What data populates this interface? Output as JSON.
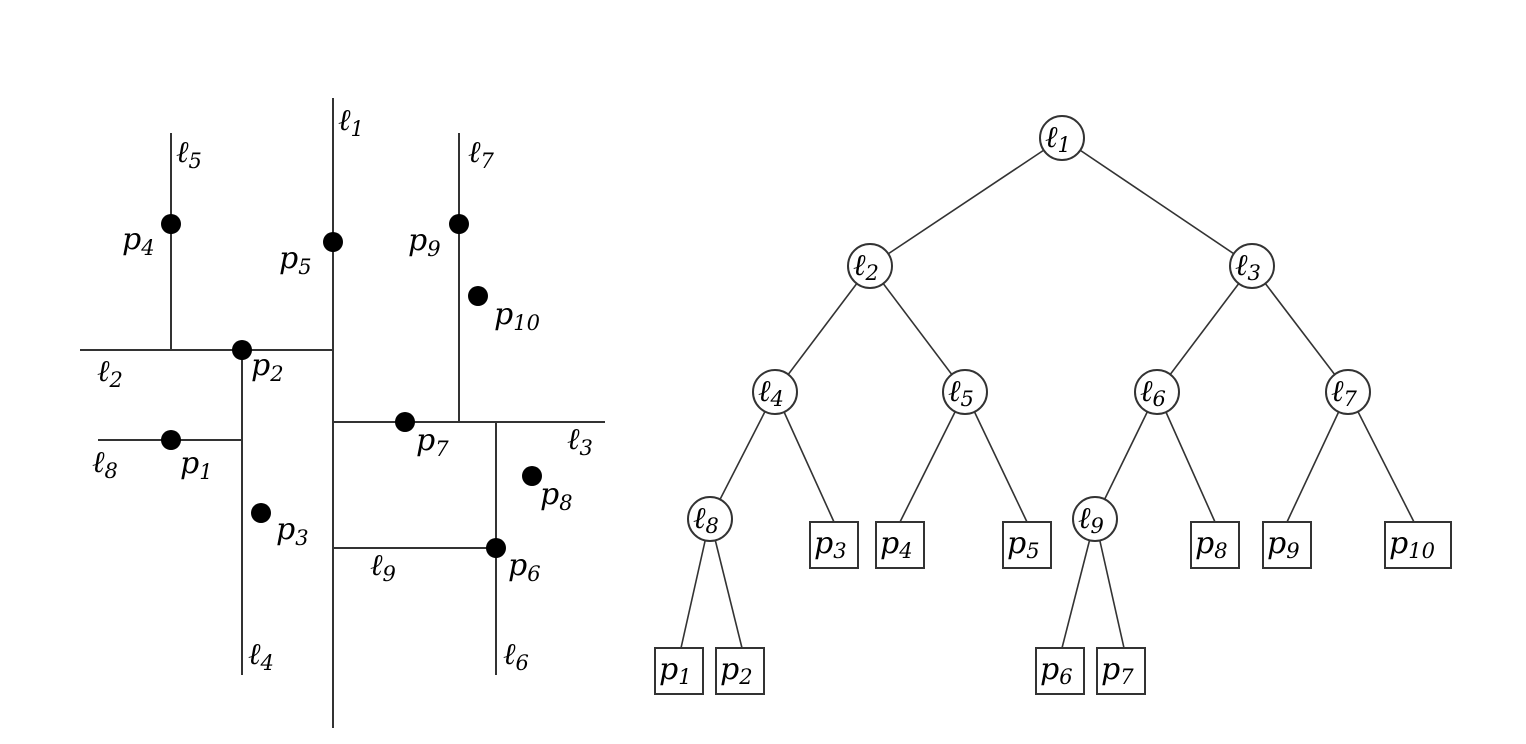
{
  "partition": {
    "lines": [
      {
        "id": "l1",
        "base": "ℓ",
        "sub": "1"
      },
      {
        "id": "l2",
        "base": "ℓ",
        "sub": "2"
      },
      {
        "id": "l3",
        "base": "ℓ",
        "sub": "3"
      },
      {
        "id": "l4",
        "base": "ℓ",
        "sub": "4"
      },
      {
        "id": "l5",
        "base": "ℓ",
        "sub": "5"
      },
      {
        "id": "l6",
        "base": "ℓ",
        "sub": "6"
      },
      {
        "id": "l7",
        "base": "ℓ",
        "sub": "7"
      },
      {
        "id": "l8",
        "base": "ℓ",
        "sub": "8"
      },
      {
        "id": "l9",
        "base": "ℓ",
        "sub": "9"
      }
    ],
    "points": [
      {
        "id": "p1",
        "base": "p",
        "sub": "1"
      },
      {
        "id": "p2",
        "base": "p",
        "sub": "2"
      },
      {
        "id": "p3",
        "base": "p",
        "sub": "3"
      },
      {
        "id": "p4",
        "base": "p",
        "sub": "4"
      },
      {
        "id": "p5",
        "base": "p",
        "sub": "5"
      },
      {
        "id": "p6",
        "base": "p",
        "sub": "6"
      },
      {
        "id": "p7",
        "base": "p",
        "sub": "7"
      },
      {
        "id": "p8",
        "base": "p",
        "sub": "8"
      },
      {
        "id": "p9",
        "base": "p",
        "sub": "9"
      },
      {
        "id": "p10",
        "base": "p",
        "sub": "10"
      }
    ]
  },
  "tree": {
    "internal_nodes": [
      {
        "id": "l1",
        "base": "ℓ",
        "sub": "1"
      },
      {
        "id": "l2",
        "base": "ℓ",
        "sub": "2"
      },
      {
        "id": "l3",
        "base": "ℓ",
        "sub": "3"
      },
      {
        "id": "l4",
        "base": "ℓ",
        "sub": "4"
      },
      {
        "id": "l5",
        "base": "ℓ",
        "sub": "5"
      },
      {
        "id": "l6",
        "base": "ℓ",
        "sub": "6"
      },
      {
        "id": "l7",
        "base": "ℓ",
        "sub": "7"
      },
      {
        "id": "l8",
        "base": "ℓ",
        "sub": "8"
      },
      {
        "id": "l9",
        "base": "ℓ",
        "sub": "9"
      }
    ],
    "leaves": [
      {
        "id": "p1",
        "base": "p",
        "sub": "1"
      },
      {
        "id": "p2",
        "base": "p",
        "sub": "2"
      },
      {
        "id": "p3",
        "base": "p",
        "sub": "3"
      },
      {
        "id": "p4",
        "base": "p",
        "sub": "4"
      },
      {
        "id": "p5",
        "base": "p",
        "sub": "5"
      },
      {
        "id": "p6",
        "base": "p",
        "sub": "6"
      },
      {
        "id": "p7",
        "base": "p",
        "sub": "7"
      },
      {
        "id": "p8",
        "base": "p",
        "sub": "8"
      },
      {
        "id": "p9",
        "base": "p",
        "sub": "9"
      },
      {
        "id": "p10",
        "base": "p",
        "sub": "10"
      }
    ],
    "edges": [
      [
        "l1",
        "l2"
      ],
      [
        "l1",
        "l3"
      ],
      [
        "l2",
        "l4"
      ],
      [
        "l2",
        "l5"
      ],
      [
        "l3",
        "l6"
      ],
      [
        "l3",
        "l7"
      ],
      [
        "l4",
        "l8"
      ],
      [
        "l4",
        "p3"
      ],
      [
        "l5",
        "p4"
      ],
      [
        "l5",
        "p5"
      ],
      [
        "l6",
        "l9"
      ],
      [
        "l6",
        "p8"
      ],
      [
        "l7",
        "p9"
      ],
      [
        "l7",
        "p10"
      ],
      [
        "l8",
        "p1"
      ],
      [
        "l8",
        "p2"
      ],
      [
        "l9",
        "p6"
      ],
      [
        "l9",
        "p7"
      ]
    ]
  }
}
